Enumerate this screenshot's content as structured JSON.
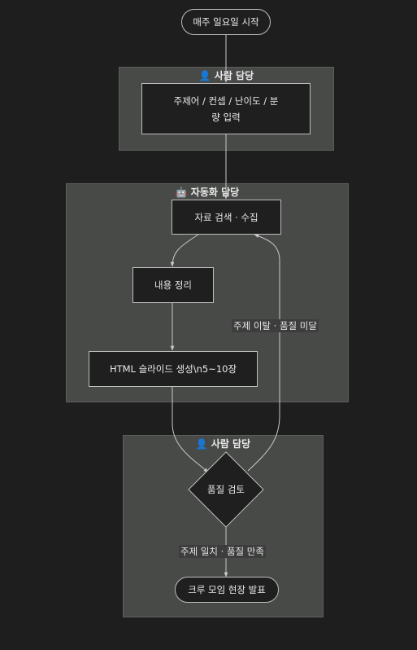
{
  "start": "매주 일요일 시작",
  "clusters": {
    "human_top": {
      "icon": "👤",
      "title": "사람 담당"
    },
    "automation": {
      "icon": "🤖",
      "title": "자동화 담당"
    },
    "human_bottom": {
      "icon": "👤",
      "title": "사람 담당"
    }
  },
  "nodes": {
    "input_line1": "주제어 / 컨셉 / 난이도 / 분",
    "input_line2": "량 입력",
    "search": "자료 검색 · 수집",
    "organize": "내용 정리",
    "slides": "HTML 슬라이드 생성\\n5~10장",
    "review": "품질 검토",
    "present": "크루 모임 현장 발표"
  },
  "edge_labels": {
    "fail": "주제 이탈 · 품질 미달",
    "pass": "주제 일치 · 품질 만족"
  }
}
